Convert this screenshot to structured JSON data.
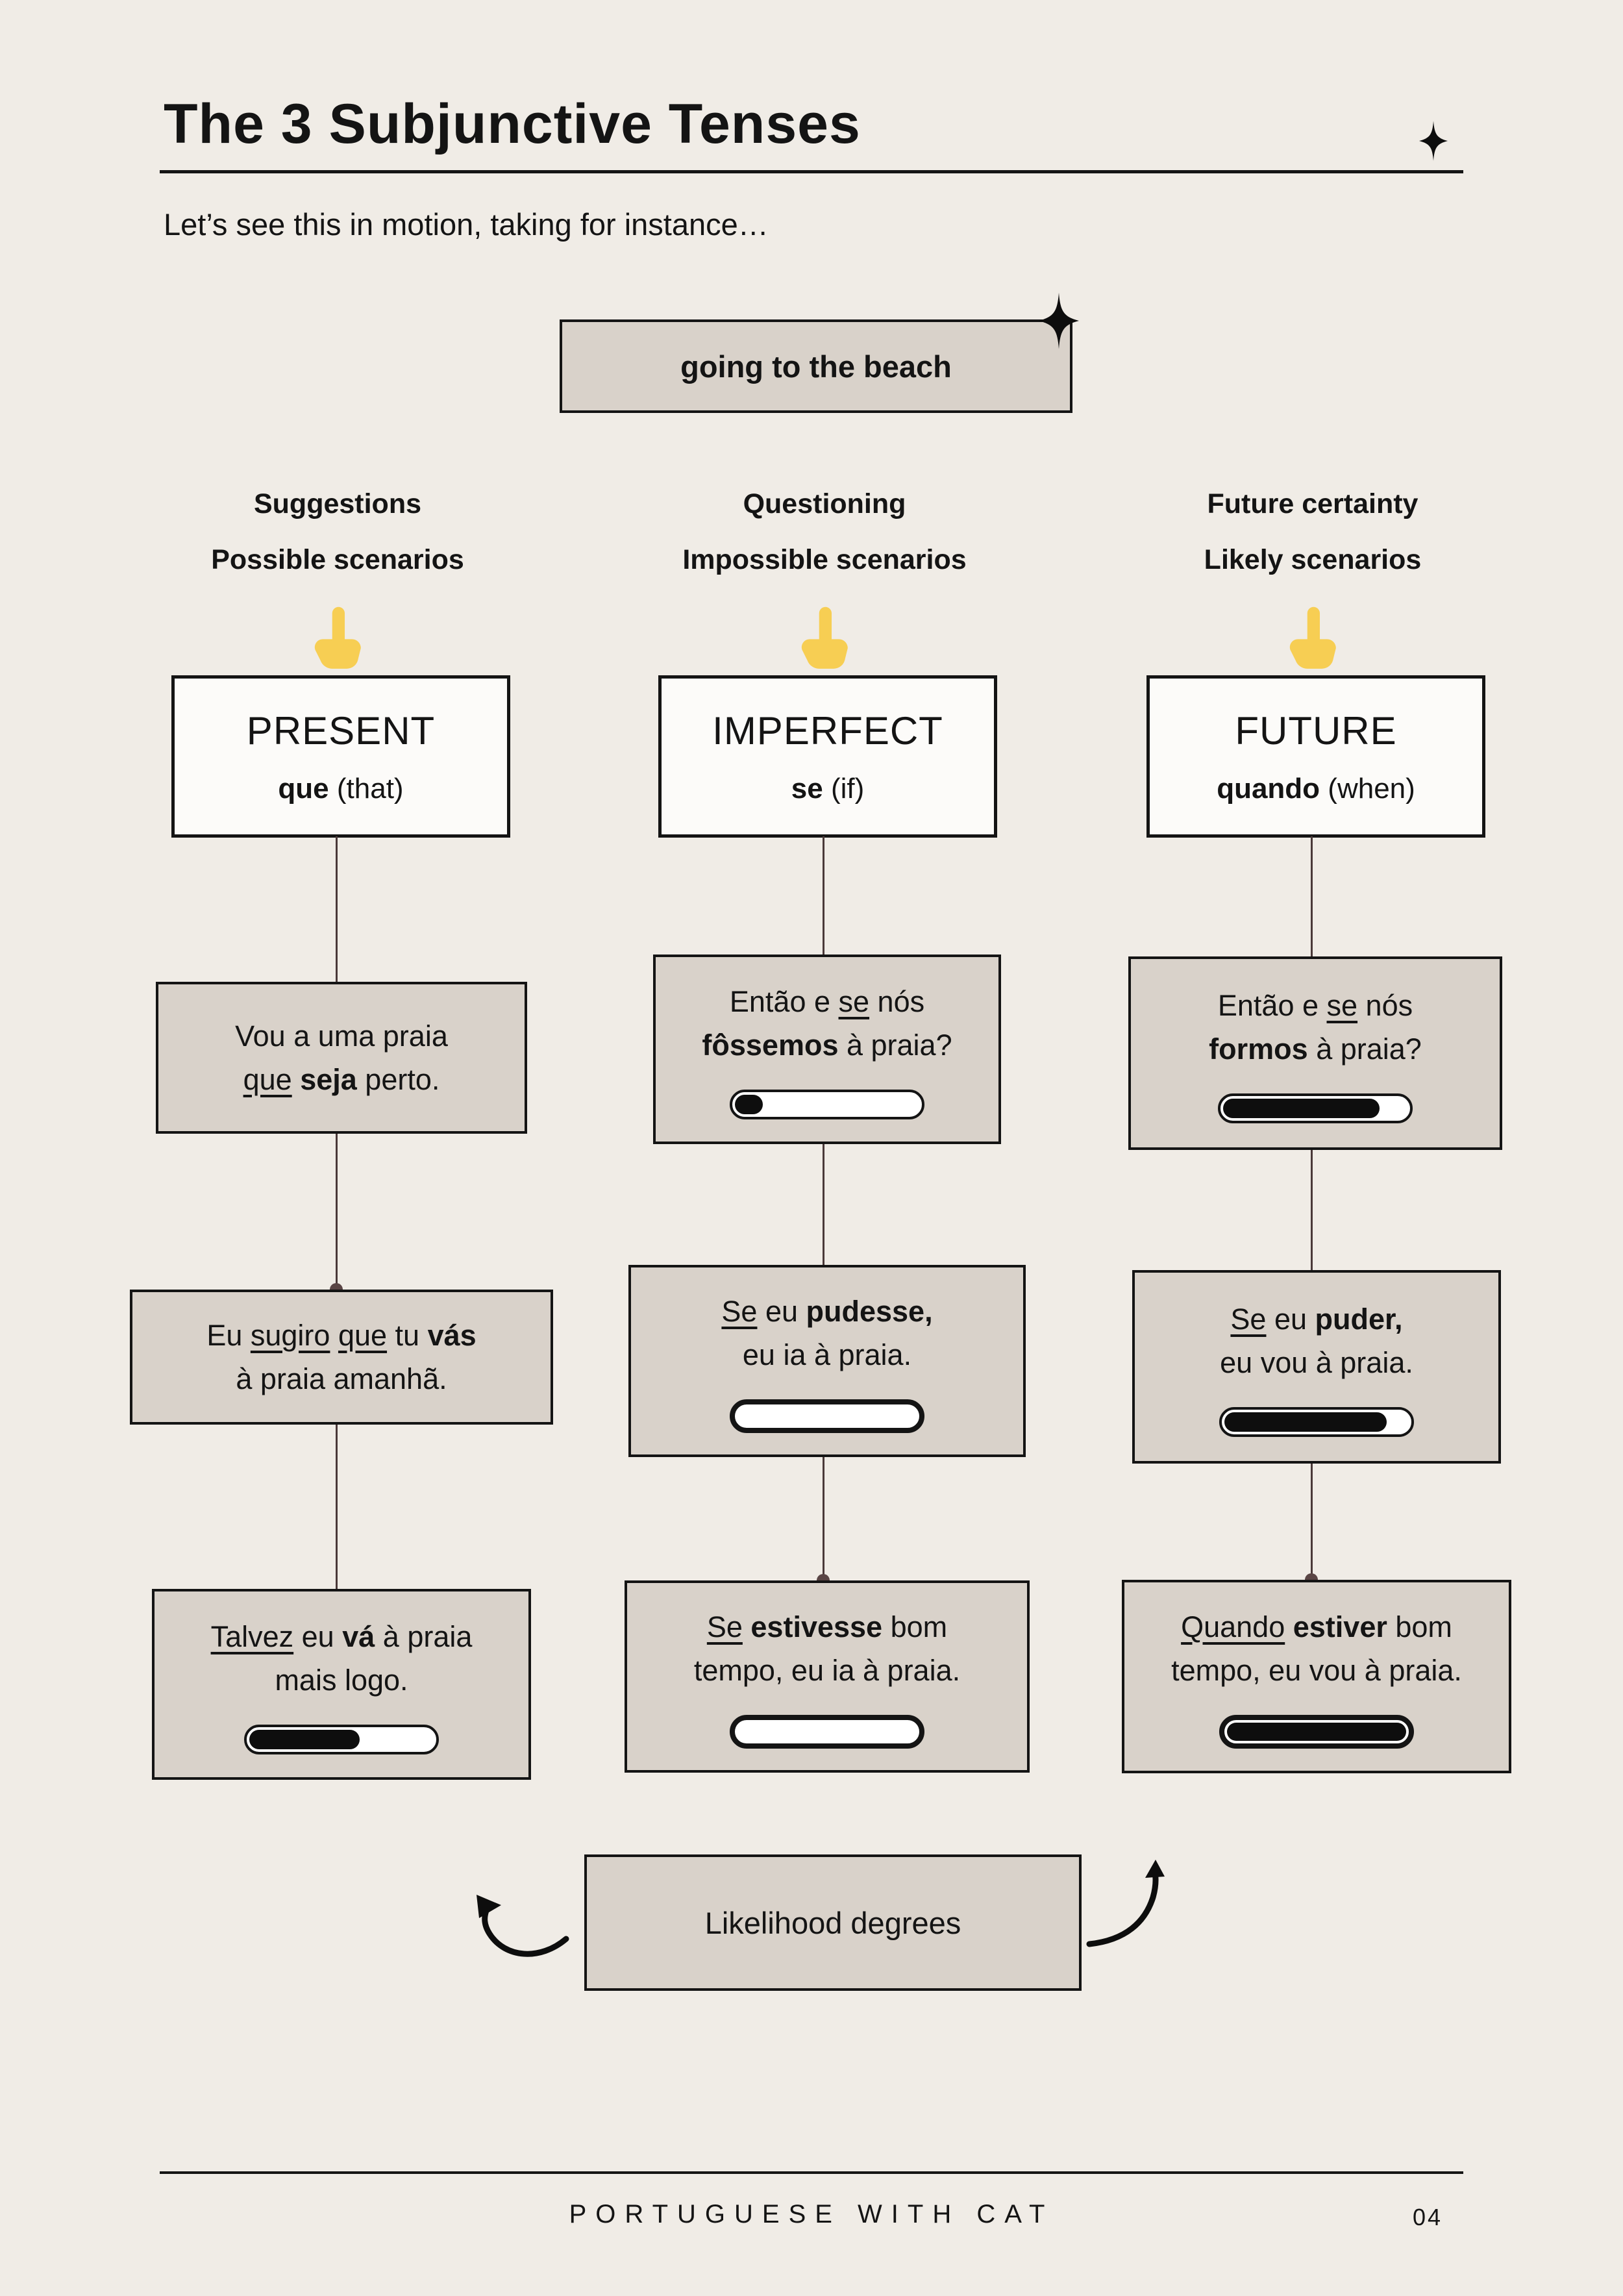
{
  "colors": {
    "background": "#F0ECE6",
    "card_beige": "#D9D2CA",
    "card_white": "#FCFBF9",
    "ink": "#141414",
    "connector_line": "#4A3939",
    "hand_yellow": "#F7CE53",
    "progress_fill": "#0E0E0E"
  },
  "header": {
    "title": "The 3 Subjunctive Tenses",
    "subtitle": "Let’s see this in motion, taking for instance…"
  },
  "topic_box": {
    "label": "going to the beach"
  },
  "columns": [
    {
      "header": [
        "Suggestions",
        "Possible scenarios"
      ],
      "tense": {
        "name": "PRESENT",
        "word": "que",
        "gloss": "(that)"
      },
      "examples": [
        {
          "segments": [
            {
              "t": "Vou a uma praia\n"
            },
            {
              "t": "que",
              "u": true
            },
            {
              "t": " "
            },
            {
              "t": "seja",
              "b": true
            },
            {
              "t": " perto."
            }
          ]
        },
        {
          "segments": [
            {
              "t": "Eu "
            },
            {
              "t": "sugiro",
              "u": true
            },
            {
              "t": " "
            },
            {
              "t": "que",
              "u": true
            },
            {
              "t": " tu "
            },
            {
              "t": "vás",
              "b": true
            },
            {
              "t": "\nà praia amanhã."
            }
          ]
        },
        {
          "segments": [
            {
              "t": "Talvez",
              "u": true
            },
            {
              "t": " eu "
            },
            {
              "t": "vá",
              "b": true
            },
            {
              "t": " à praia\nmais logo."
            }
          ],
          "progress_percent": 60
        }
      ]
    },
    {
      "header": [
        "Questioning",
        "Impossible scenarios"
      ],
      "tense": {
        "name": "IMPERFECT",
        "word": "se",
        "gloss": "(if)"
      },
      "examples": [
        {
          "segments": [
            {
              "t": "Então e "
            },
            {
              "t": "se",
              "u": true
            },
            {
              "t": " nós\n"
            },
            {
              "t": "fôssemos",
              "b": true
            },
            {
              "t": " à praia?"
            }
          ],
          "progress_percent": 15
        },
        {
          "segments": [
            {
              "t": "Se",
              "u": true
            },
            {
              "t": " eu "
            },
            {
              "t": "pudesse,",
              "b": true
            },
            {
              "t": "\neu ia à praia."
            }
          ],
          "progress_percent": 0
        },
        {
          "segments": [
            {
              "t": "Se",
              "u": true
            },
            {
              "t": " "
            },
            {
              "t": "estivesse",
              "b": true
            },
            {
              "t": " bom\ntempo, eu ia à praia."
            }
          ],
          "progress_percent": 0
        }
      ]
    },
    {
      "header": [
        "Future certainty",
        "Likely scenarios"
      ],
      "tense": {
        "name": "FUTURE",
        "word": "quando",
        "gloss": "(when)"
      },
      "examples": [
        {
          "segments": [
            {
              "t": "Então e "
            },
            {
              "t": "se",
              "u": true
            },
            {
              "t": " nós\n"
            },
            {
              "t": "formos",
              "b": true
            },
            {
              "t": " à praia?"
            }
          ],
          "progress_percent": 85
        },
        {
          "segments": [
            {
              "t": "Se",
              "u": true
            },
            {
              "t": " eu "
            },
            {
              "t": "puder,",
              "b": true
            },
            {
              "t": "\neu vou à praia."
            }
          ],
          "progress_percent": 88
        },
        {
          "segments": [
            {
              "t": "Quando",
              "u": true
            },
            {
              "t": " "
            },
            {
              "t": "estiver",
              "b": true
            },
            {
              "t": " bom\ntempo, eu vou à praia."
            }
          ],
          "progress_percent": 100
        }
      ]
    }
  ],
  "likelihood_box": {
    "label": "Likelihood degrees"
  },
  "footer": {
    "brand": "PORTUGUESE WITH CAT",
    "page_number": "04"
  }
}
